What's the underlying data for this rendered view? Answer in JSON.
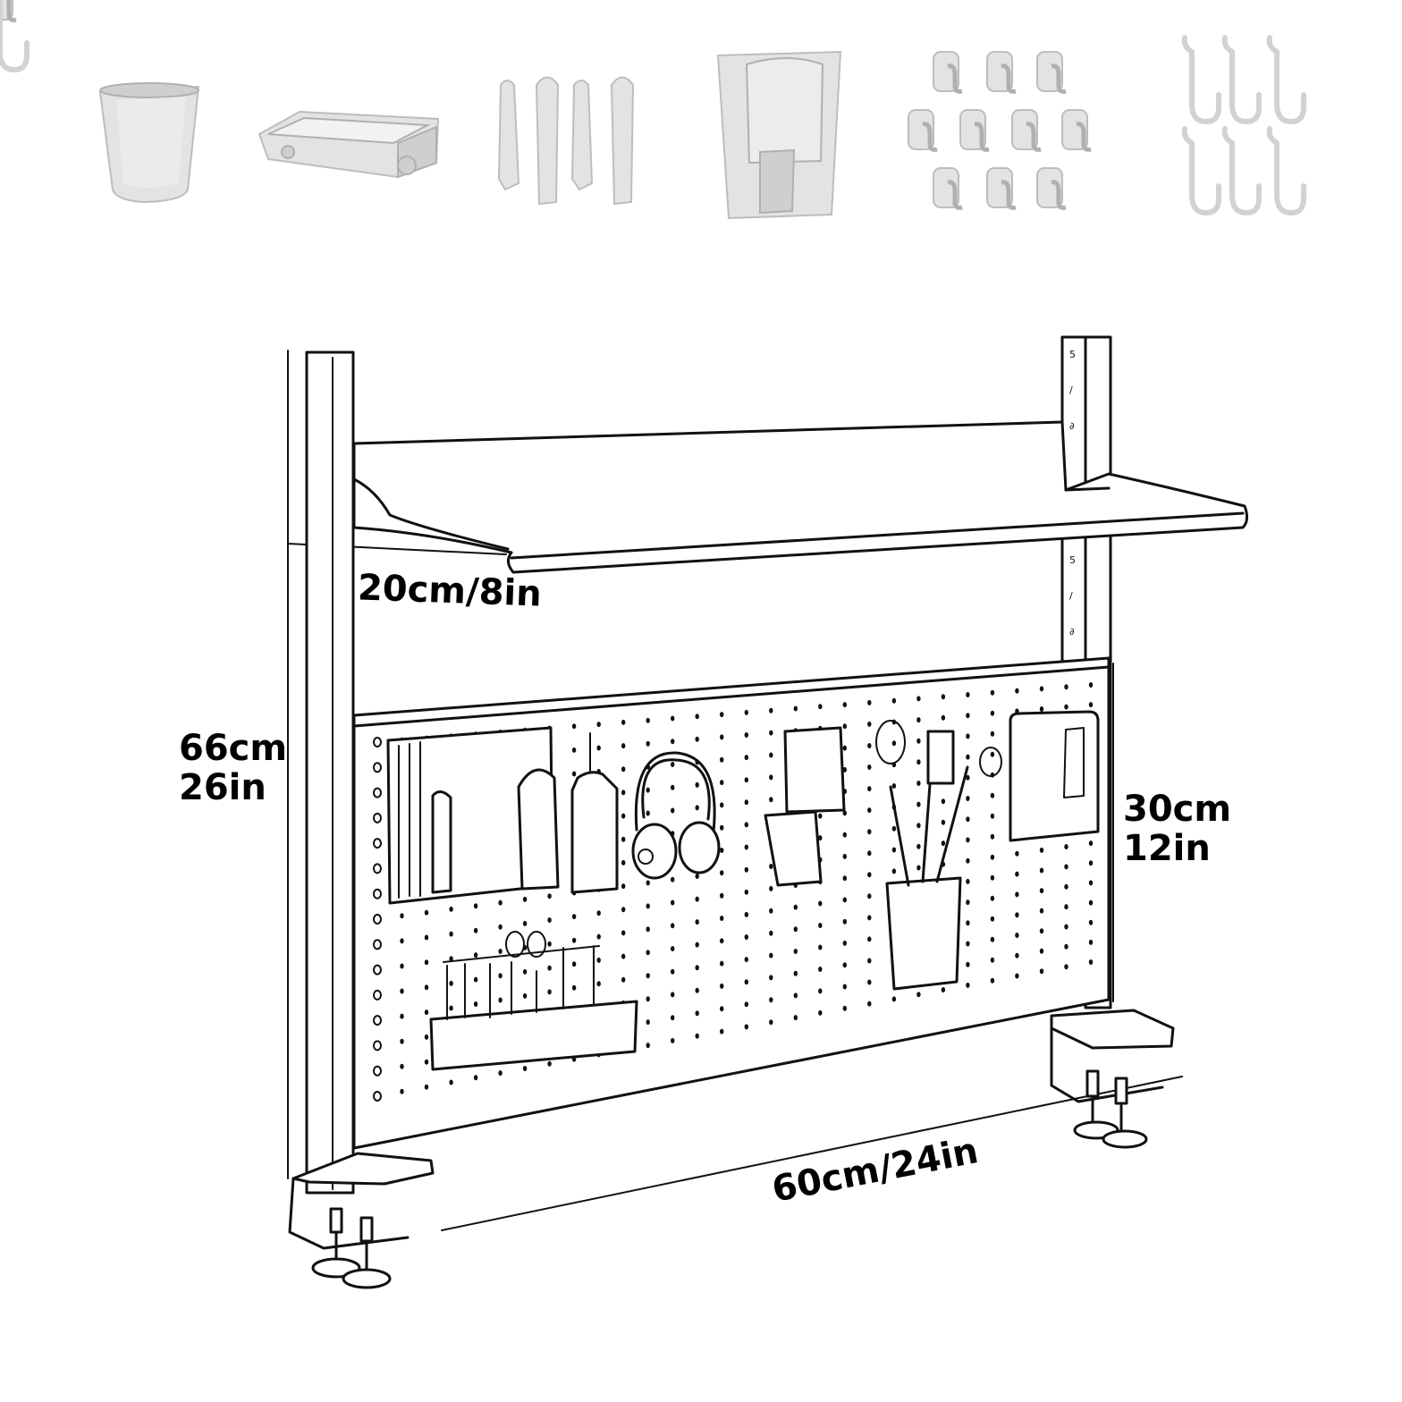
{
  "dimensions": {
    "depth": "20cm/8in",
    "height_cm": "66cm",
    "height_in": "26in",
    "panel_height_cm": "30cm",
    "panel_height_in": "12in",
    "width": "60cm/24in"
  },
  "colors": {
    "line": "#111111",
    "accessory": "#e3e3e3",
    "background": "#ffffff"
  },
  "accessories": [
    "pen-cup",
    "tray-shelf",
    "clips",
    "file-holder",
    "small-hooks",
    "j-hooks"
  ]
}
